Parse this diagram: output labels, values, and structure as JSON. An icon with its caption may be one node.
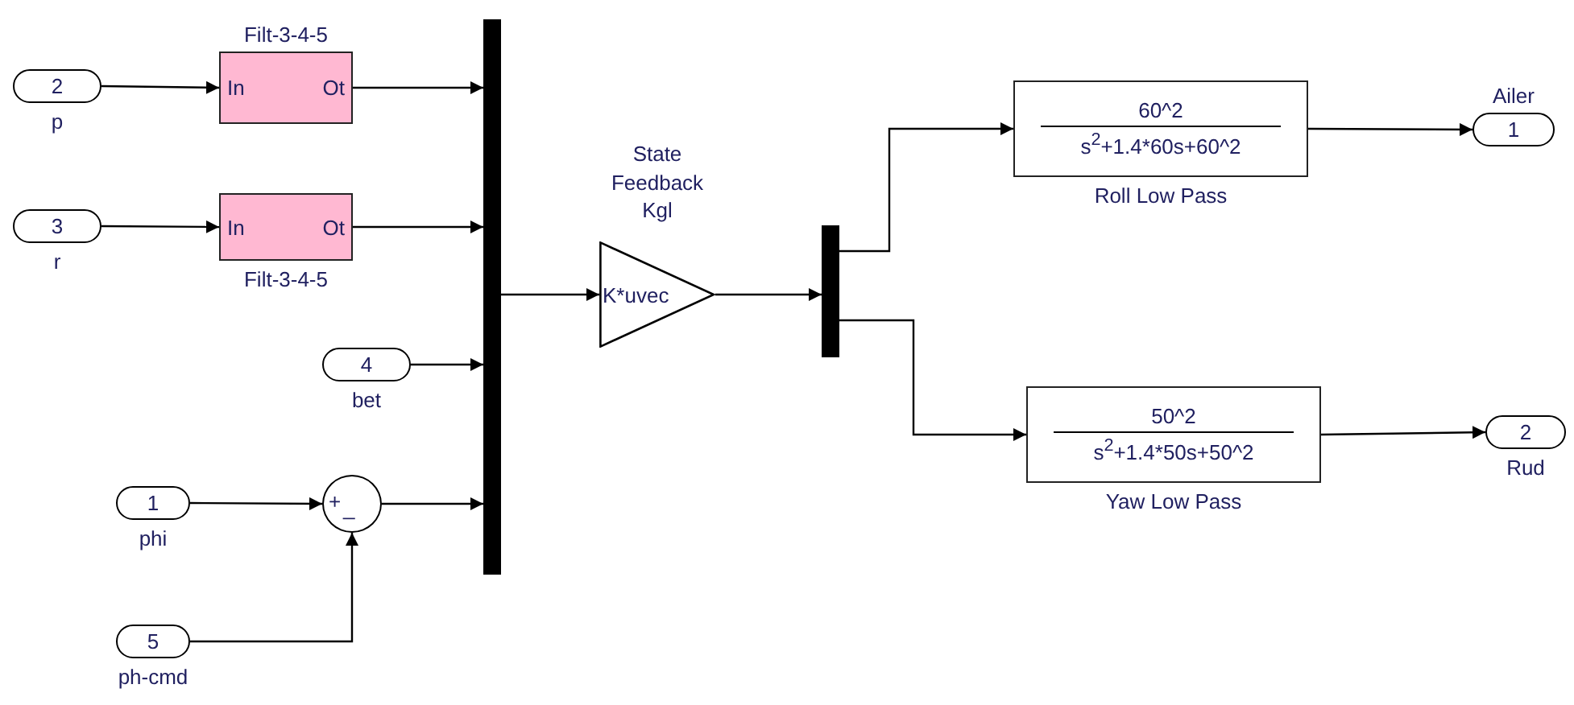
{
  "diagram": {
    "nodes": [
      {
        "text": [
          "2"
        ],
        "beside": [
          "p"
        ]
      },
      {
        "text": [
          "3"
        ],
        "beside": [
          "r"
        ]
      },
      {
        "text": [
          "4"
        ],
        "beside": [
          "bet"
        ]
      },
      {
        "text": [
          "1"
        ],
        "beside": [
          "phi"
        ]
      },
      {
        "text": [
          "5"
        ],
        "beside": [
          "ph-cmd"
        ]
      },
      {
        "text": [
          "In",
          "Ot"
        ],
        "beside": [
          "Filt-3-4-5"
        ]
      },
      {
        "text": [
          "In",
          "Ot"
        ],
        "beside": [
          "Filt-3-4-5"
        ]
      },
      {
        "text": [
          "+",
          "_"
        ]
      },
      {
        "text": [],
        "shape": "bar"
      },
      {
        "text": [
          "K*uvec"
        ],
        "beside": [
          "State Feedback Kgl"
        ]
      },
      {
        "text": [],
        "shape": "bar"
      },
      {
        "text": [
          "60^2",
          "s$^{2}$+1.4*60s+60^2"
        ],
        "beside": [
          "Roll Low Pass"
        ]
      },
      {
        "text": [
          "50^2",
          "s$^{2}$+1.4*50s+50^2"
        ],
        "beside": [
          "Yaw Low Pass"
        ]
      },
      {
        "text": [
          "1"
        ],
        "beside": [
          "Ailer"
        ]
      },
      {
        "text": [
          "2"
        ],
        "beside": [
          "Rud"
        ]
      }
    ],
    "edges": [
      {
        "from": 0,
        "to": 5,
        "arrow": "to"
      },
      {
        "from": 1,
        "to": 6,
        "arrow": "to"
      },
      {
        "from": 5,
        "to": 8,
        "arrow": "to"
      },
      {
        "from": 6,
        "to": 8,
        "arrow": "to"
      },
      {
        "from": 2,
        "to": 8,
        "arrow": "to"
      },
      {
        "from": 3,
        "to": 7,
        "arrow": "to"
      },
      {
        "from": 4,
        "to": 7,
        "arrow": "to"
      },
      {
        "from": 7,
        "to": 8,
        "arrow": "to"
      },
      {
        "from": 8,
        "to": 9,
        "arrow": "to"
      },
      {
        "from": 9,
        "to": 10,
        "arrow": "to"
      },
      {
        "from": 10,
        "to": 11,
        "arrow": "to"
      },
      {
        "from": 10,
        "to": 12,
        "arrow": "to"
      },
      {
        "from": 11,
        "to": 13,
        "arrow": "to"
      },
      {
        "from": 12,
        "to": 14,
        "arrow": "to"
      }
    ]
  }
}
